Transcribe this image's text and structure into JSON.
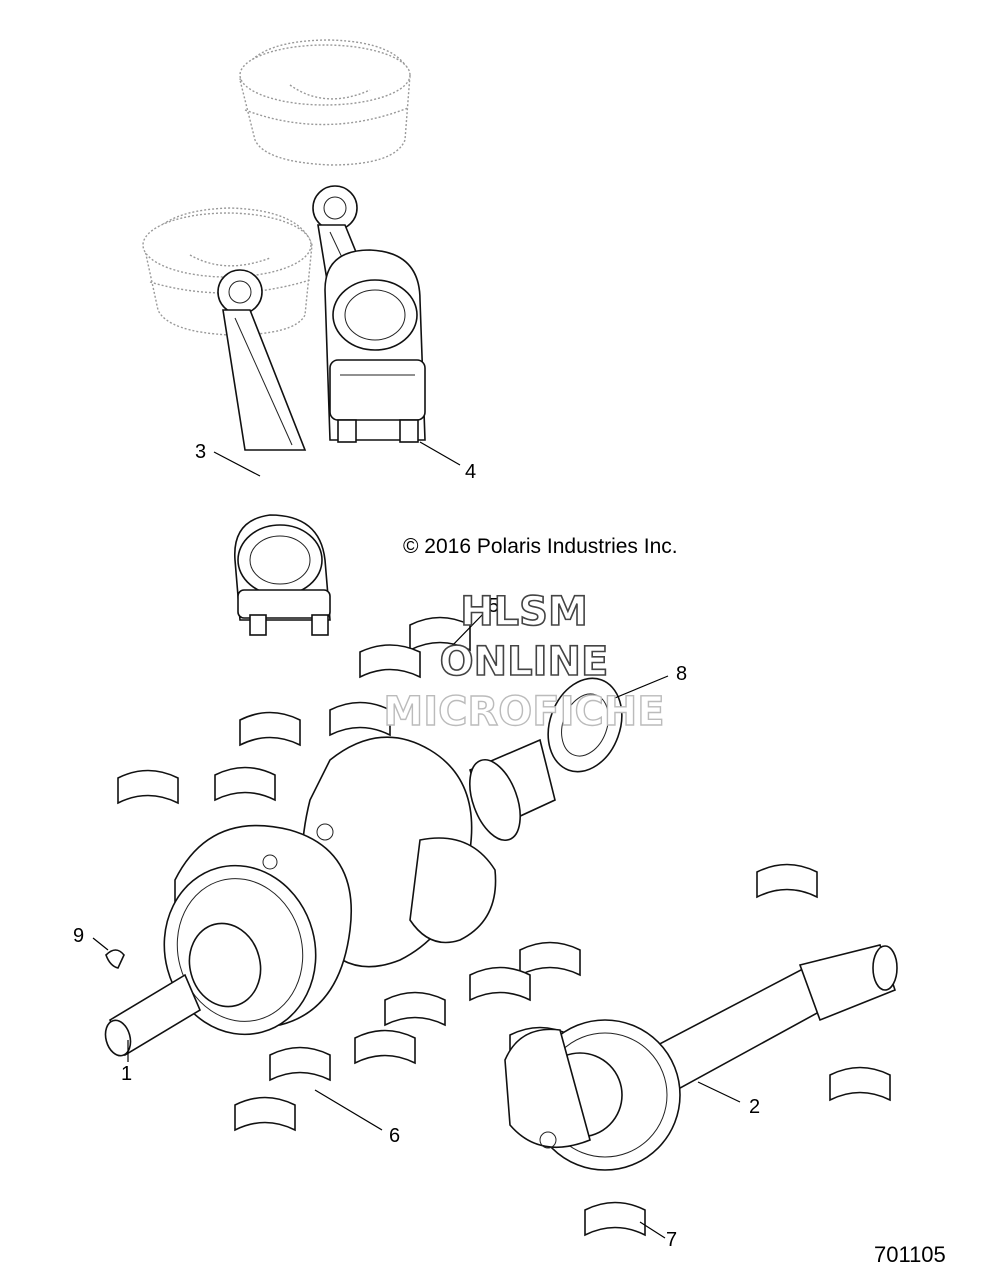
{
  "copyright": "© 2016 Polaris Industries Inc.",
  "watermark": {
    "line1": "HLSM",
    "line2": "ONLINE",
    "line3": "MICROFICHE"
  },
  "diagram_id": "701105",
  "callouts": {
    "c1": "1",
    "c2": "2",
    "c3": "3",
    "c4": "4",
    "c5": "5",
    "c6": "6",
    "c7": "7",
    "c8": "8",
    "c9": "9"
  },
  "parts": [
    "piston-ghost",
    "connecting-rod",
    "connecting-rod",
    "bearing-half",
    "crankshaft",
    "oil-seal",
    "balance-shaft",
    "key"
  ]
}
